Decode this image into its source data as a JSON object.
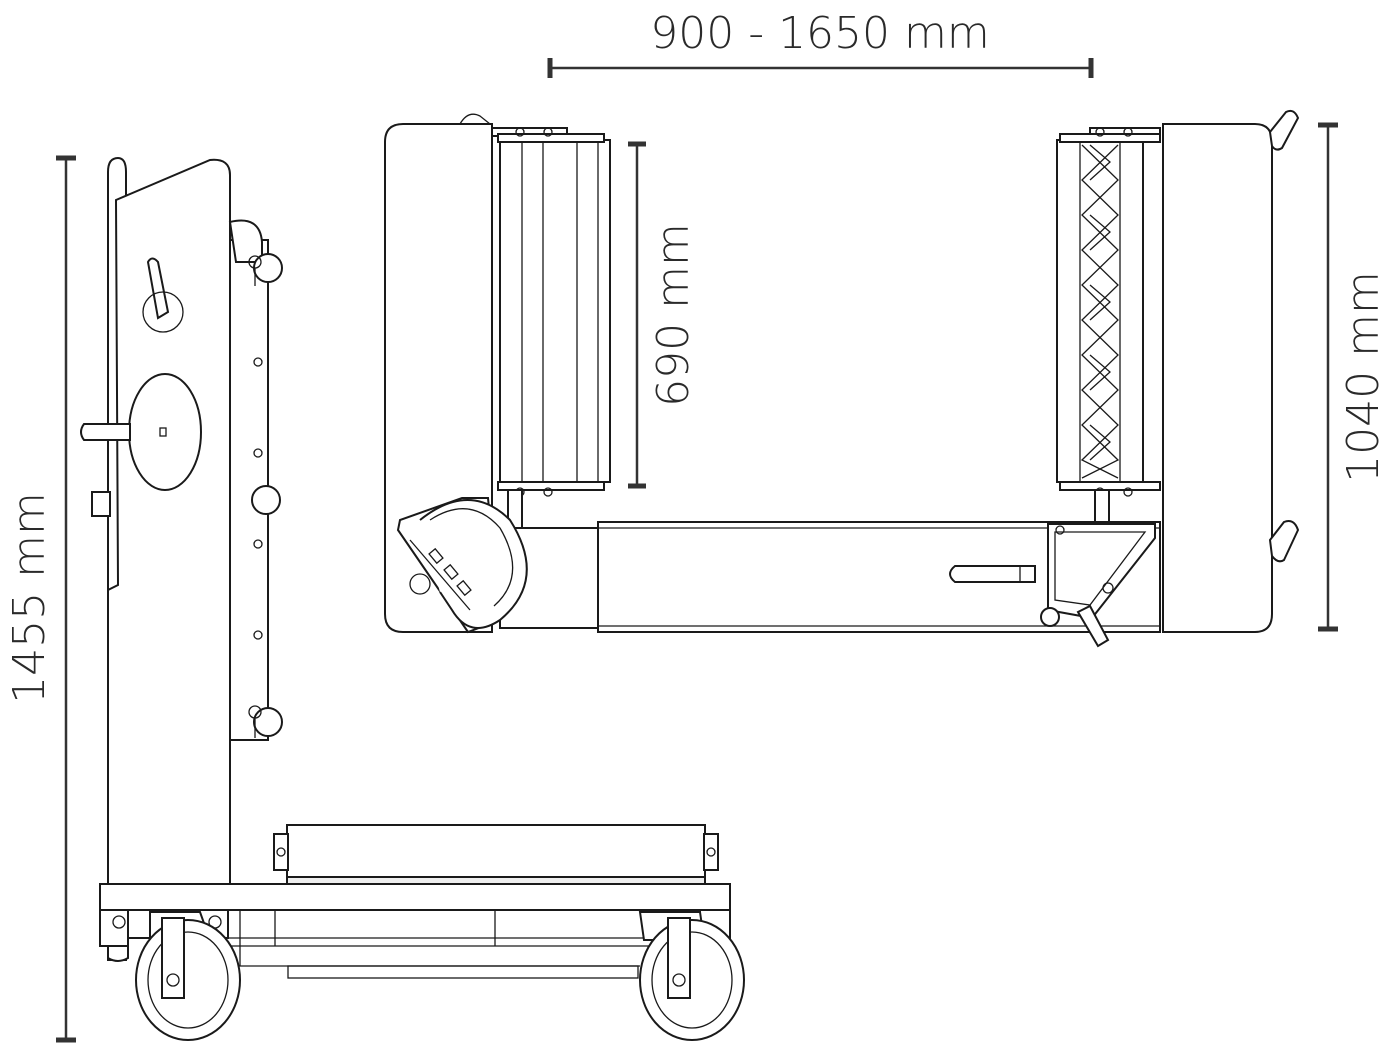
{
  "dimensions": {
    "width_range": "900 - 1650 mm",
    "roller_length": "690 mm",
    "depth": "1040 mm",
    "height": "1455 mm"
  }
}
